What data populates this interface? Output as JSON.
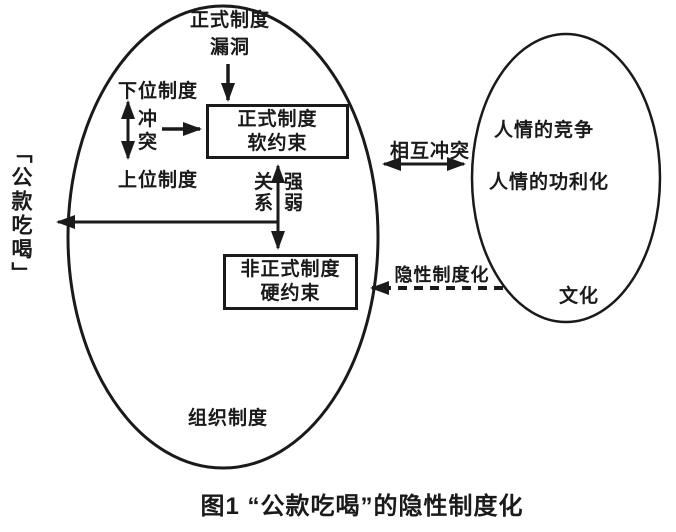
{
  "colors": {
    "ink": "#1a1a1a",
    "background": "#ffffff"
  },
  "caption": "图1  “公款吃喝”的隐性制度化",
  "side_label": "「公款吃喝」",
  "organization": {
    "name": "组织制度",
    "loophole": "正式制度\n漏洞",
    "lower_institution": "下位制度",
    "conflict": "冲\n突",
    "upper_institution": "上位制度",
    "formal_box": "正式制度\n软约束",
    "relation_left": "关\n系",
    "relation_right": "强\n弱",
    "informal_box": "非正式制度\n硬约束"
  },
  "culture": {
    "competition": "人情的竞争",
    "utilitarianization": "人情的功利化",
    "name": "文化"
  },
  "links": {
    "mutual_conflict": "相互冲突",
    "implicit_institutionalization": "隐性制度化"
  }
}
